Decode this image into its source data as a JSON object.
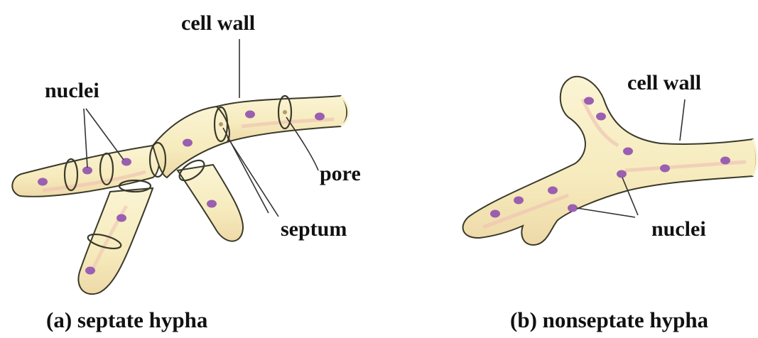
{
  "diagram": {
    "septate": {
      "caption": "(a) septate hypha",
      "labels": {
        "cell_wall": "cell wall",
        "nuclei": "nuclei",
        "pore": "pore",
        "septum": "septum"
      }
    },
    "nonseptate": {
      "caption": "(b) nonseptate hypha",
      "labels": {
        "cell_wall": "cell wall",
        "nuclei": "nuclei"
      }
    }
  },
  "colors": {
    "hypha_fill": "#f8efc4",
    "hypha_shade": "#efc4b3",
    "outline": "#3a3a2a",
    "nucleus": "#9a5fb0",
    "text": "#111111"
  },
  "icons": {
    "septum": "ring-septum-icon",
    "nucleus": "purple-dot-icon"
  }
}
